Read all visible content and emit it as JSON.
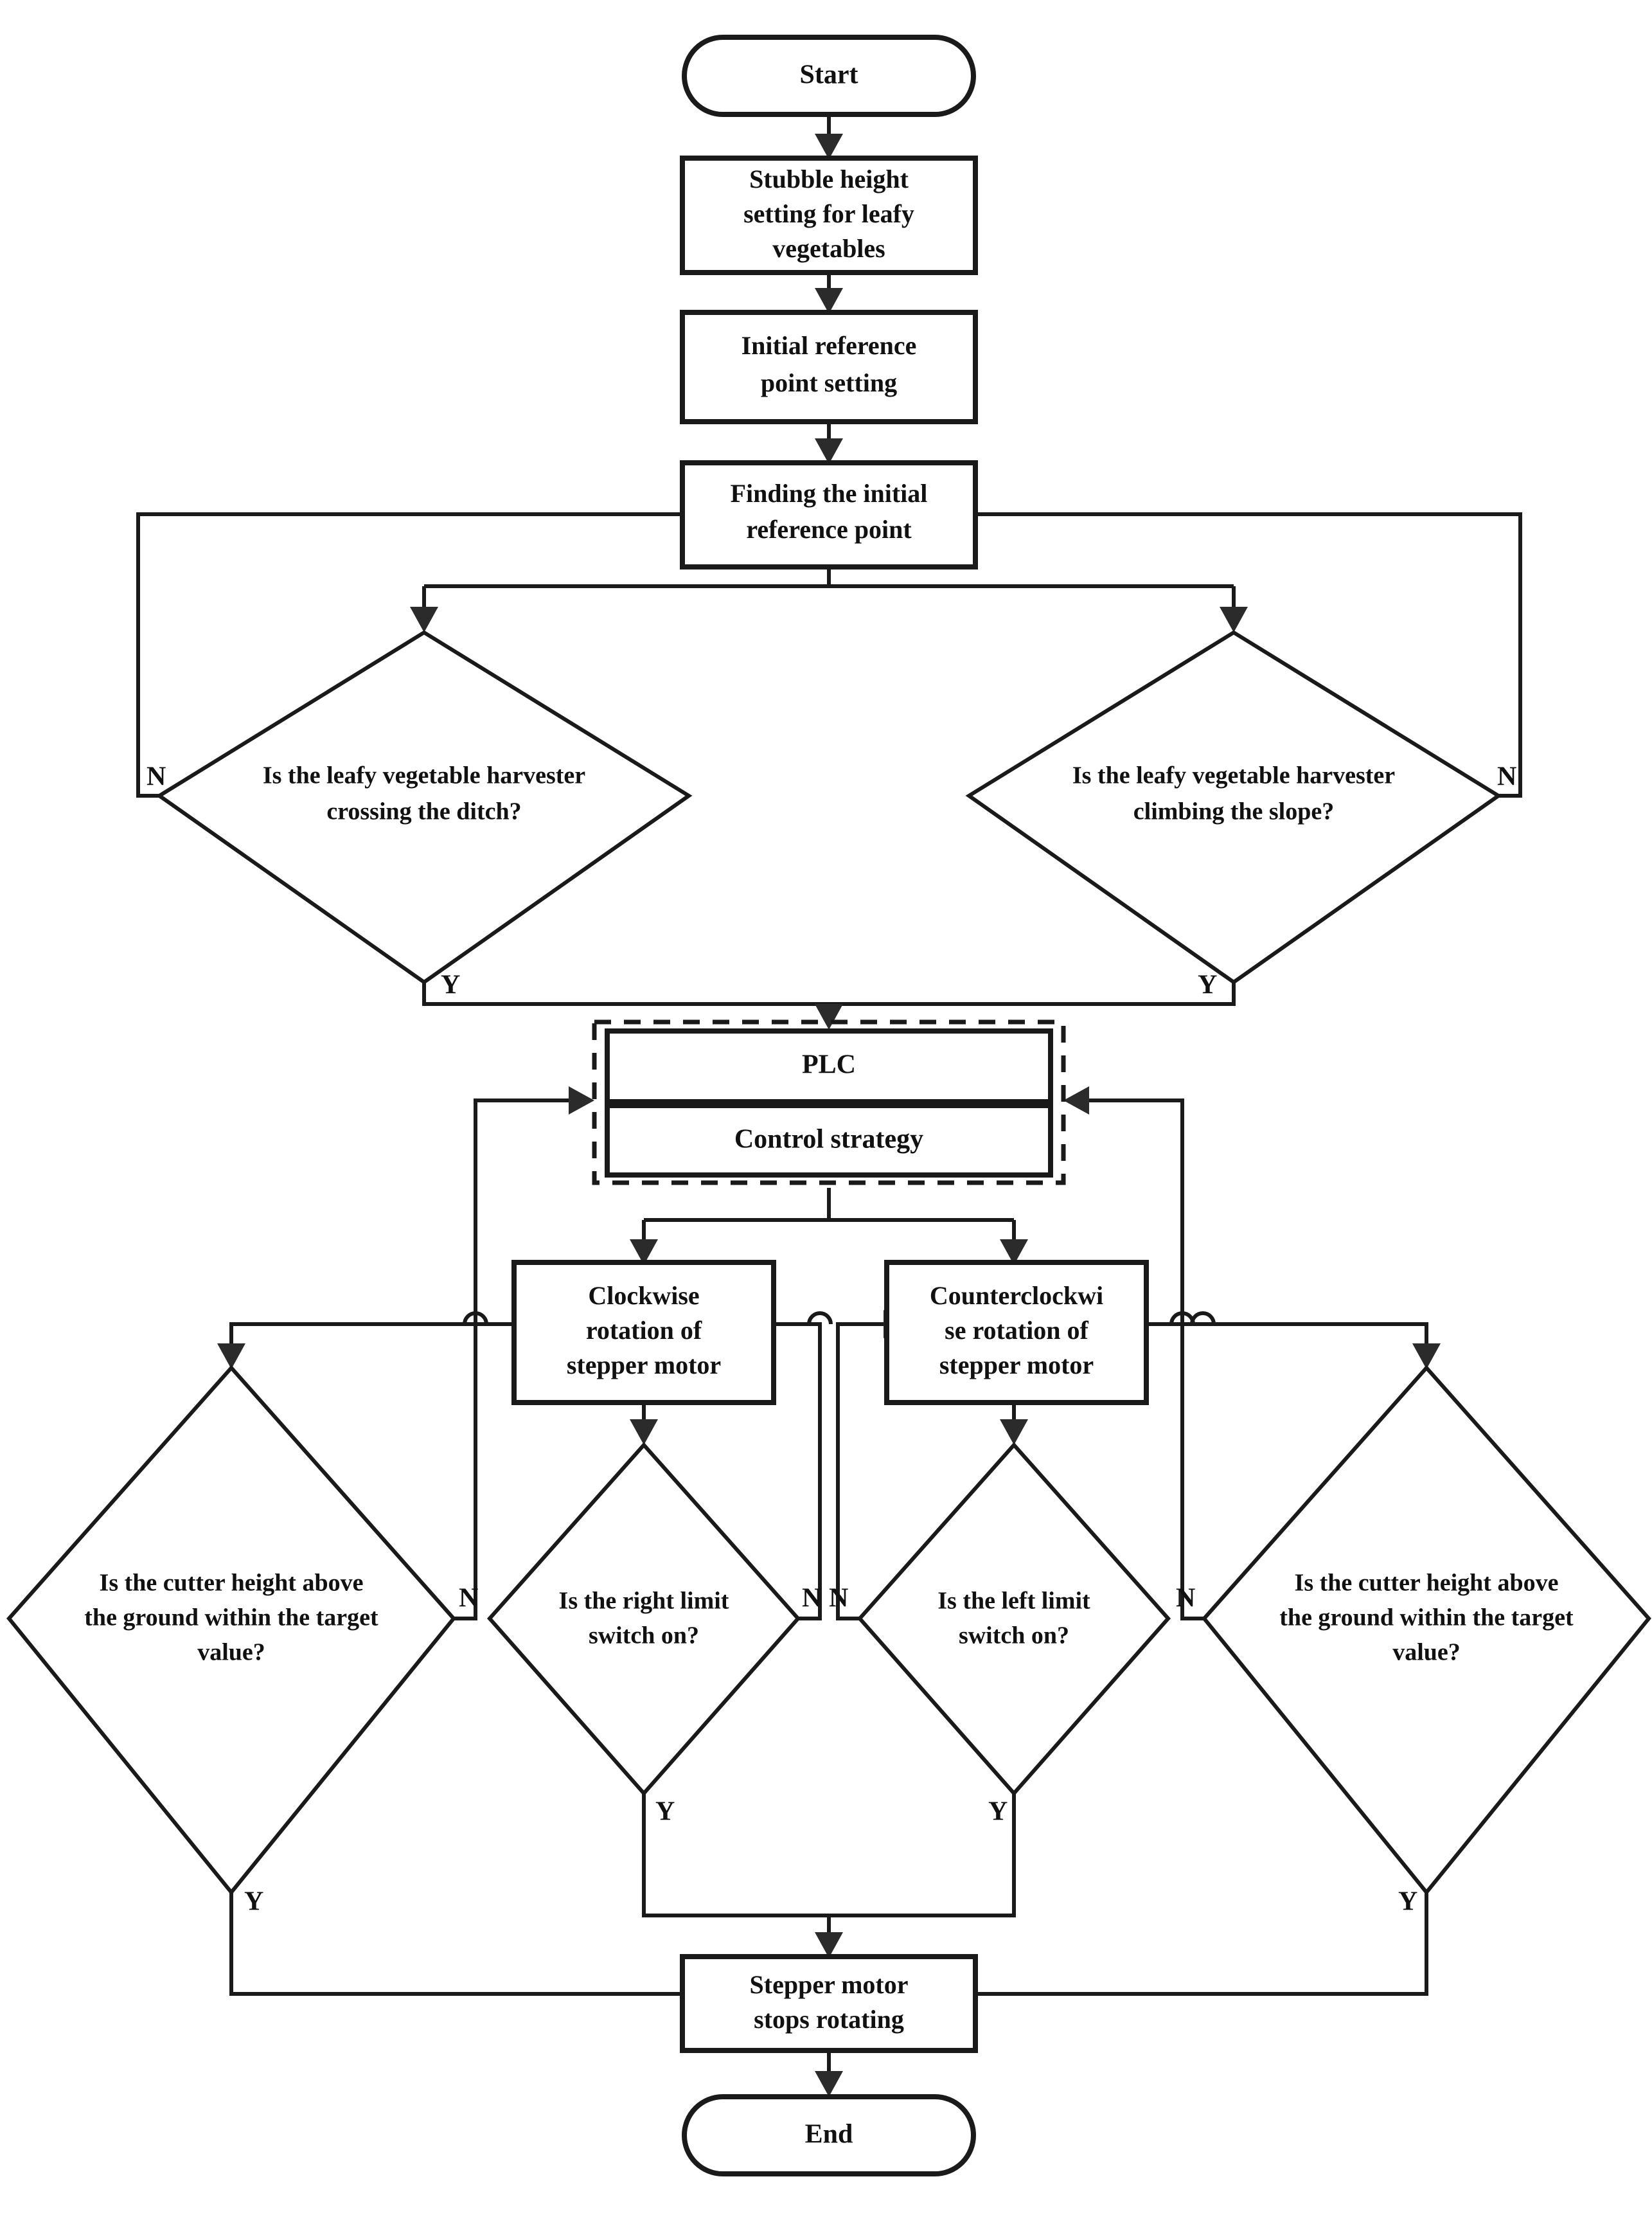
{
  "diagram": {
    "title": "Stubble height control flowchart for leafy vegetable harvester",
    "type": "flowchart"
  },
  "nodes": {
    "start": {
      "label": "Start",
      "shape": "terminator"
    },
    "stubble": {
      "line1": "Stubble height",
      "line2": "setting for leafy",
      "line3": "vegetables",
      "shape": "process"
    },
    "initial_ref": {
      "line1": "Initial reference",
      "line2": "point setting",
      "shape": "process"
    },
    "finding_ref": {
      "line1": "Finding the initial",
      "line2": "reference point",
      "shape": "process"
    },
    "ditch": {
      "line1": "Is the leafy vegetable harvester",
      "line2": "crossing the ditch?",
      "shape": "decision"
    },
    "slope": {
      "line1": "Is the leafy vegetable harvester",
      "line2": "climbing the slope?",
      "shape": "decision"
    },
    "plc": {
      "label": "PLC",
      "shape": "process"
    },
    "control_strategy": {
      "label": "Control strategy",
      "shape": "process"
    },
    "clockwise": {
      "line1": "Clockwise",
      "line2": "rotation of",
      "line3": "stepper motor",
      "shape": "process"
    },
    "counterclockwise": {
      "line1": "Counterclockwi",
      "line2": "se rotation of",
      "line3": "stepper motor",
      "shape": "process"
    },
    "cutter_left": {
      "line1": "Is the cutter height above",
      "line2": "the ground within the target",
      "line3": "value?",
      "shape": "decision"
    },
    "right_limit": {
      "line1": "Is the right limit",
      "line2": "switch on?",
      "shape": "decision"
    },
    "left_limit": {
      "line1": "Is the left limit",
      "line2": "switch on?",
      "shape": "decision"
    },
    "cutter_right": {
      "line1": "Is the cutter height above",
      "line2": "the ground within the target",
      "line3": "value?",
      "shape": "decision"
    },
    "stop_motor": {
      "line1": "Stepper motor",
      "line2": "stops rotating",
      "shape": "process"
    },
    "end": {
      "label": "End",
      "shape": "terminator"
    }
  },
  "branch_labels": {
    "ditch_no": "N",
    "ditch_yes": "Y",
    "slope_no": "N",
    "slope_yes": "Y",
    "cutter_left_no": "N",
    "cutter_left_yes": "Y",
    "right_limit_no": "N",
    "right_limit_yes": "Y",
    "left_limit_no": "N",
    "left_limit_yes": "Y",
    "cutter_right_no": "N",
    "cutter_right_yes": "Y"
  },
  "colors": {
    "stroke": "#1a1a1a",
    "background": "#ffffff",
    "text": "#111111"
  }
}
